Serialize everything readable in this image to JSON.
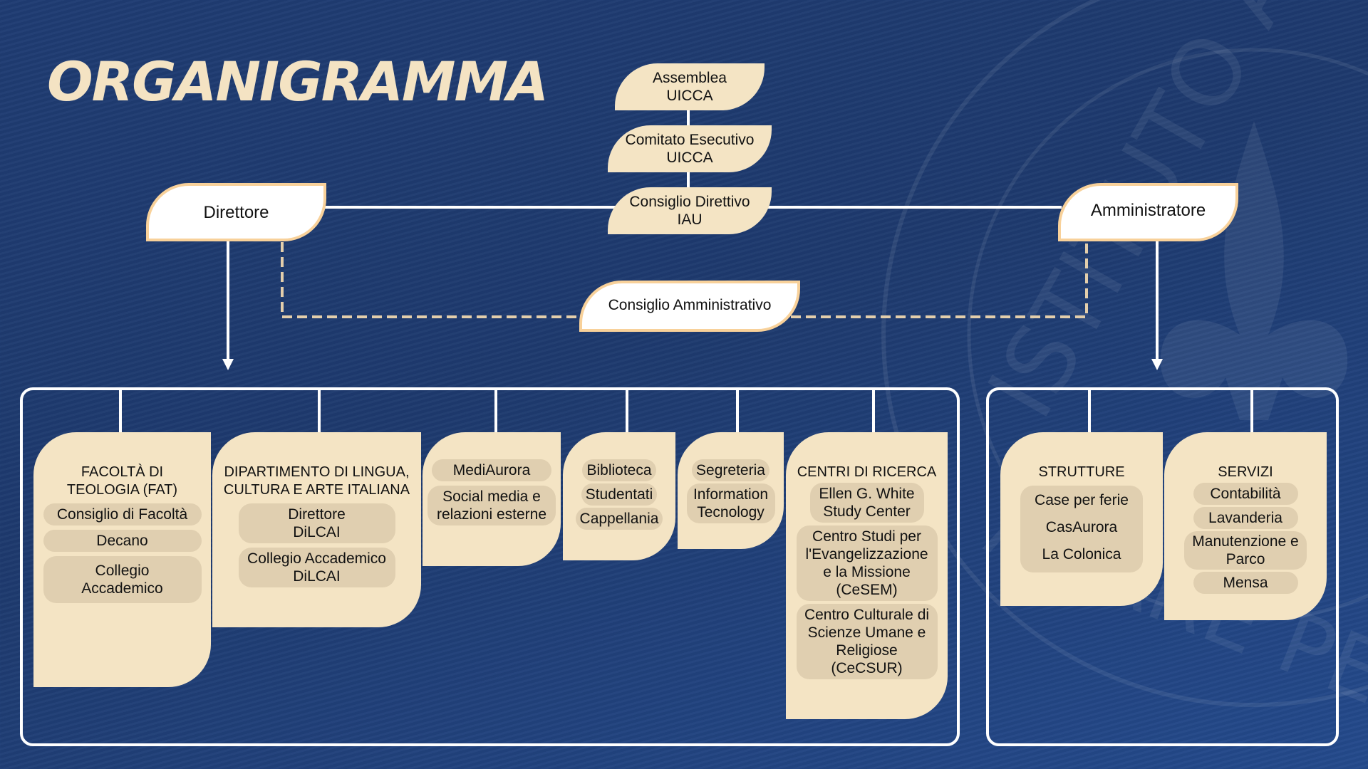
{
  "title": "ORGANIGRAMMA",
  "colors": {
    "background": "#1f3c73",
    "accent_cream": "#f4e4c4",
    "pill": "#e0cfb0",
    "border_orange": "#f8d19a",
    "title": "#f4e3c3"
  },
  "governance": {
    "assemblea": "Assemblea\nUICCA",
    "comitato": "Comitato Esecutivo\nUICCA",
    "consiglio_direttivo": "Consiglio Direttivo\nIAU"
  },
  "direttore": "Direttore",
  "amministratore": "Amministratore",
  "consiglio_amministrativo": "Consiglio Amministrativo",
  "watermark_text": "ISTITUTO AVVENTISTA · PREPARARE PER",
  "direttore_units": [
    {
      "title": "FACOLTÀ DI TEOLOGIA (FAT)",
      "items": [
        "Consiglio di Facoltà",
        "Decano",
        "Collegio Accademico"
      ]
    },
    {
      "title": "DIPARTIMENTO DI LINGUA, CULTURA E ARTE ITALIANA",
      "items": [
        "Direttore DiLCAI",
        "Collegio Accademico DiLCAI"
      ]
    },
    {
      "title": "",
      "items": [
        "MediAurora",
        "Social media e relazioni esterne"
      ]
    },
    {
      "title": "",
      "items": [
        "Biblioteca",
        "Studentati",
        "Cappellania"
      ]
    },
    {
      "title": "",
      "items": [
        "Segreteria",
        "Information Tecnology"
      ]
    },
    {
      "title": "CENTRI DI RICERCA",
      "items": [
        "Ellen G. White Study Center",
        "Centro Studi per l'Evangelizzazione e la Missione (CeSEM)",
        "Centro Culturale di Scienze Umane e Religiose (CeCSUR)"
      ]
    }
  ],
  "amministratore_units": [
    {
      "title": "STRUTTURE",
      "items": [
        "Case per ferie",
        "CasAurora",
        "La Colonica"
      ]
    },
    {
      "title": "SERVIZI",
      "items": [
        "Contabilità",
        "Lavanderia",
        "Manutenzione e Parco",
        "Mensa"
      ]
    }
  ]
}
